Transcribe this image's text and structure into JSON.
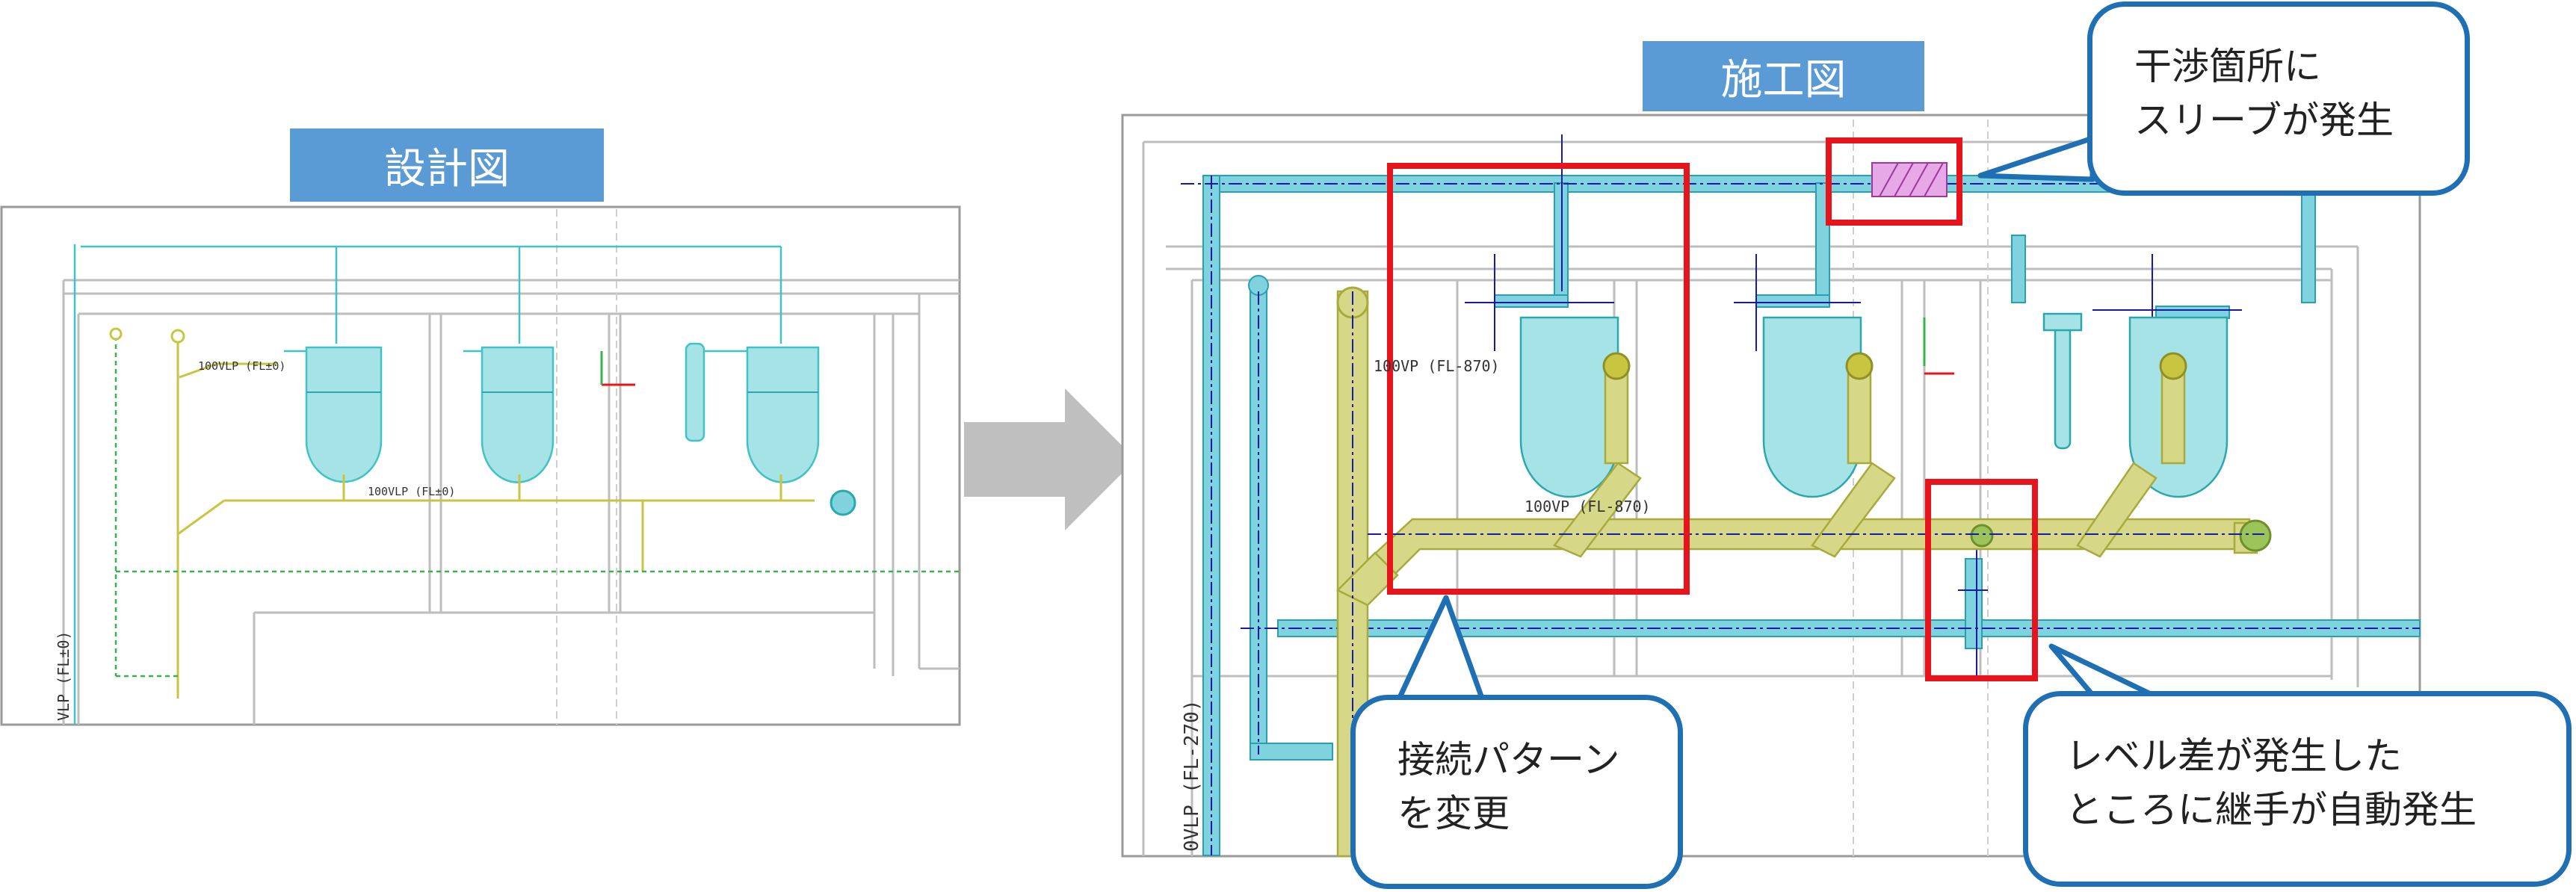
{
  "design_drawing": {
    "title": "設計図",
    "labels": {
      "branch_pipe": "100VLP (FL±0)",
      "main_pipe": "100VLP (FL±0)",
      "riser": "VLP (FL±0)"
    }
  },
  "construction_drawing": {
    "title": "施工図",
    "labels": {
      "branch_pipe": "100VP (FL-870)",
      "main_pipe": "100VP (FL-870)",
      "riser": "0VLP (FL-270)"
    }
  },
  "callouts": {
    "sleeve": [
      "干渉箇所に",
      "スリーブが発生"
    ],
    "pattern": [
      "接続パターン",
      "を変更"
    ],
    "level": [
      "レベル差が発生した",
      "ところに継手が自動発生"
    ]
  },
  "colors": {
    "banner": "#5b9bd5",
    "callout_border": "#1f6fb5",
    "highlight": "#e8141b",
    "drain_pipe": "#d6d888",
    "water_pipe": "#7fd3df",
    "fixture": "#a6e3e6",
    "arrow": "#bfbfbf"
  }
}
